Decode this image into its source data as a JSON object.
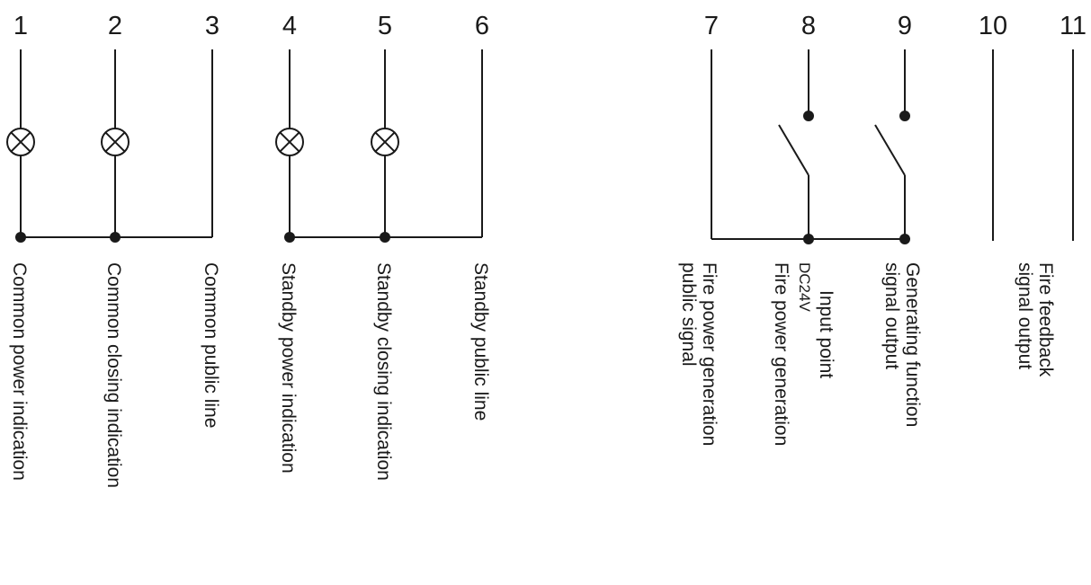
{
  "terminals": [
    "1",
    "2",
    "3",
    "4",
    "5",
    "6",
    "7",
    "8",
    "9",
    "10",
    "11"
  ],
  "labels": {
    "t1": "Common power indication",
    "t2": "Common closing indication",
    "t3": "Common public line",
    "t4": "Standby power indication",
    "t5": "Standby closing indication",
    "t6": "Standby public line",
    "t7_line1": "Fire power generation",
    "t7_line2": "public signal",
    "t8_line1": "Fire power generation",
    "t8_dc": "DC24V",
    "t8_line2": "Input point",
    "t9_line1": "Generating function",
    "t9_line2": "signal output",
    "t11_line1": "Fire feedback",
    "t11_line2": "signal output"
  }
}
